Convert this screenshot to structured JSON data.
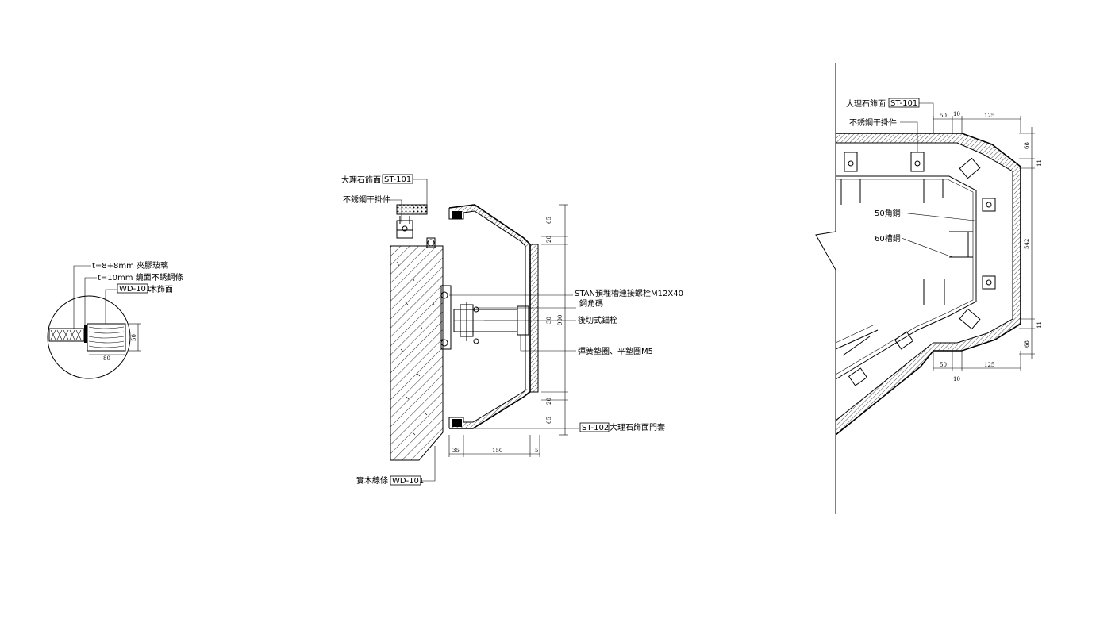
{
  "detail_left": {
    "label_glass": "t=8+8mm 夾膠玻璃",
    "label_steel": "t=10mm 鏡面不銹鋼條",
    "tag_wood": "WD-101",
    "label_wood": "木飾面",
    "dim_80": "80",
    "dim_50": "50"
  },
  "detail_center": {
    "label_marble": "大理石飾面",
    "tag_marble": "ST-101",
    "label_hanger": "不銹鋼干掛件",
    "label_bolt": "STAN預埋槽連接螺栓M12X40",
    "label_angle": "鋼角碼",
    "label_anchor": "後切式錨栓",
    "label_washer": "彈簧墊圈、平墊圈M5",
    "tag_door": "ST-102",
    "label_door": "大理石飾面門套",
    "label_timber": "實木線條",
    "tag_timber": "WD-101",
    "dim_65_top": "65",
    "dim_20_top": "20",
    "dim_30": "30",
    "dim_900": "900",
    "dim_20_bot": "20",
    "dim_65_bot": "65",
    "dim_35": "35",
    "dim_150": "150",
    "dim_5": "5"
  },
  "detail_right": {
    "label_marble": "大理石飾面",
    "tag_marble": "ST-101",
    "label_hanger": "不銹鋼干掛件",
    "label_angle50": "50角鋼",
    "label_channel60": "60槽鋼",
    "dim_50_top": "50",
    "dim_10_top": "10",
    "dim_125_top": "125",
    "dim_68_top": "68",
    "dim_11_top": "11",
    "dim_542": "542",
    "dim_11_bot": "11",
    "dim_68_bot": "68",
    "dim_50_bot": "50",
    "dim_125_bot": "125",
    "dim_10_bot": "10"
  }
}
